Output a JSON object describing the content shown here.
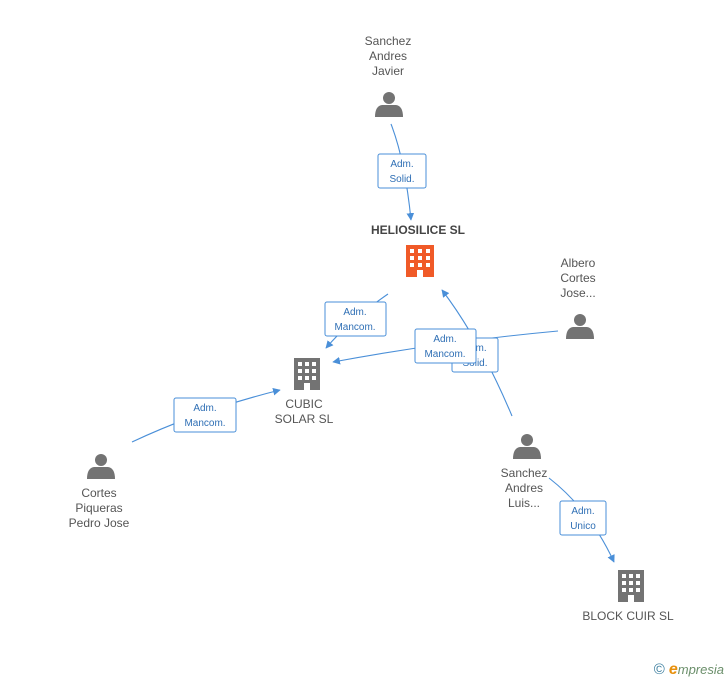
{
  "nodes": {
    "sanchez_andres_javier": {
      "type": "person",
      "lines": [
        "Sanchez",
        "Andres",
        "Javier"
      ]
    },
    "heliosilice": {
      "type": "company-main",
      "lines": [
        "HELIOSILICE SL"
      ]
    },
    "albero_cortes": {
      "type": "person",
      "lines": [
        "Albero",
        "Cortes",
        "Jose..."
      ]
    },
    "cubic_solar": {
      "type": "company",
      "lines": [
        "CUBIC",
        "SOLAR SL"
      ]
    },
    "cortes_piqueras": {
      "type": "person",
      "lines": [
        "Cortes",
        "Piqueras",
        "Pedro Jose"
      ]
    },
    "sanchez_andres_luis": {
      "type": "person",
      "lines": [
        "Sanchez",
        "Andres",
        "Luis..."
      ]
    },
    "block_cuir": {
      "type": "company",
      "lines": [
        "BLOCK CUIR SL"
      ]
    }
  },
  "edges": [
    {
      "from": "sanchez_andres_javier",
      "to": "heliosilice",
      "label": [
        "Adm.",
        "Solid."
      ]
    },
    {
      "from": "heliosilice",
      "to": "cubic_solar",
      "label": [
        "Adm.",
        "Mancom."
      ]
    },
    {
      "from": "sanchez_andres_luis",
      "to": "heliosilice",
      "label": [
        "Adm.",
        "Solid."
      ]
    },
    {
      "from": "albero_cortes",
      "to": "cubic_solar",
      "label": [
        "Adm.",
        "Mancom."
      ]
    },
    {
      "from": "cortes_piqueras",
      "to": "cubic_solar",
      "label": [
        "Adm.",
        "Mancom."
      ]
    },
    {
      "from": "sanchez_andres_luis",
      "to": "block_cuir",
      "label": [
        "Adm.",
        "Unico"
      ]
    }
  ],
  "colors": {
    "edge": "#4a8fd8",
    "person_icon": "#737373",
    "company_icon": "#737373",
    "main_company_icon": "#f05a28"
  },
  "footer": {
    "copyright": "©",
    "brand_initial": "e",
    "brand_rest": "mpresia"
  }
}
